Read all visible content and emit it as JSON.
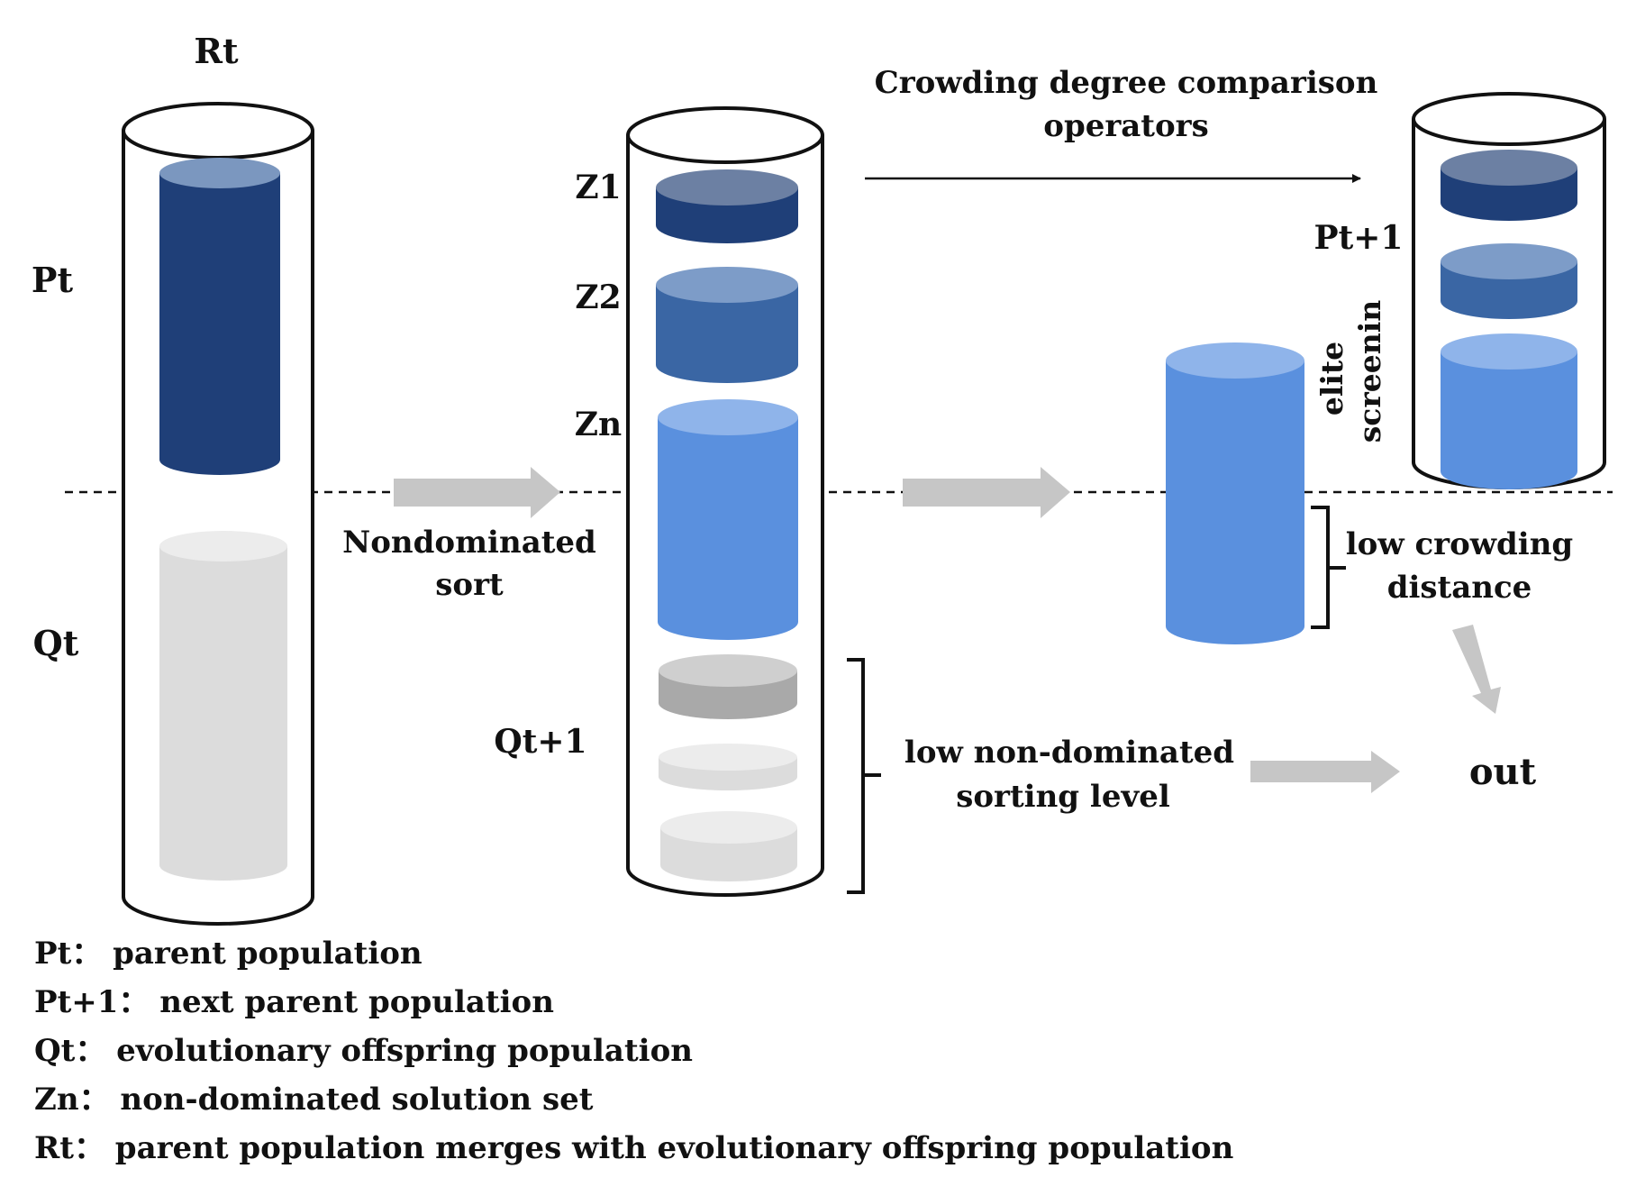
{
  "labels": {
    "rt": "Rt",
    "pt": "Pt",
    "qt": "Qt",
    "z1": "Z1",
    "z2": "Z2",
    "zn": "Zn",
    "qt1": "Qt+1",
    "pt1": "Pt+1",
    "crowding_title_line1": "Crowding degree comparison",
    "crowding_title_line2": "operators",
    "nondominated_line1": "Nondominated",
    "nondominated_line2": "sort",
    "elite_line1": "elite",
    "elite_line2": "screenin",
    "low_crowding_line1": "low crowding",
    "low_crowding_line2": "distance",
    "low_nondom_line1": "low non-dominated",
    "low_nondom_line2": "sorting level",
    "out": "out"
  },
  "legend": [
    "Pt：  parent population",
    "Pt+1：  next parent population",
    "Qt：  evolutionary offspring population",
    "Zn：  non-dominated solution set",
    "Rt：  parent population merges with evolutionary offspring population"
  ],
  "colors": {
    "dark_blue": "#1f3f78",
    "mid_blue": "#3a66a4",
    "light_blue": "#5a90de",
    "mid_gray": "#a9a9a9",
    "light_gray": "#dcdcdc",
    "arrow_gray": "#c6c6c6",
    "outline": "#111111"
  }
}
